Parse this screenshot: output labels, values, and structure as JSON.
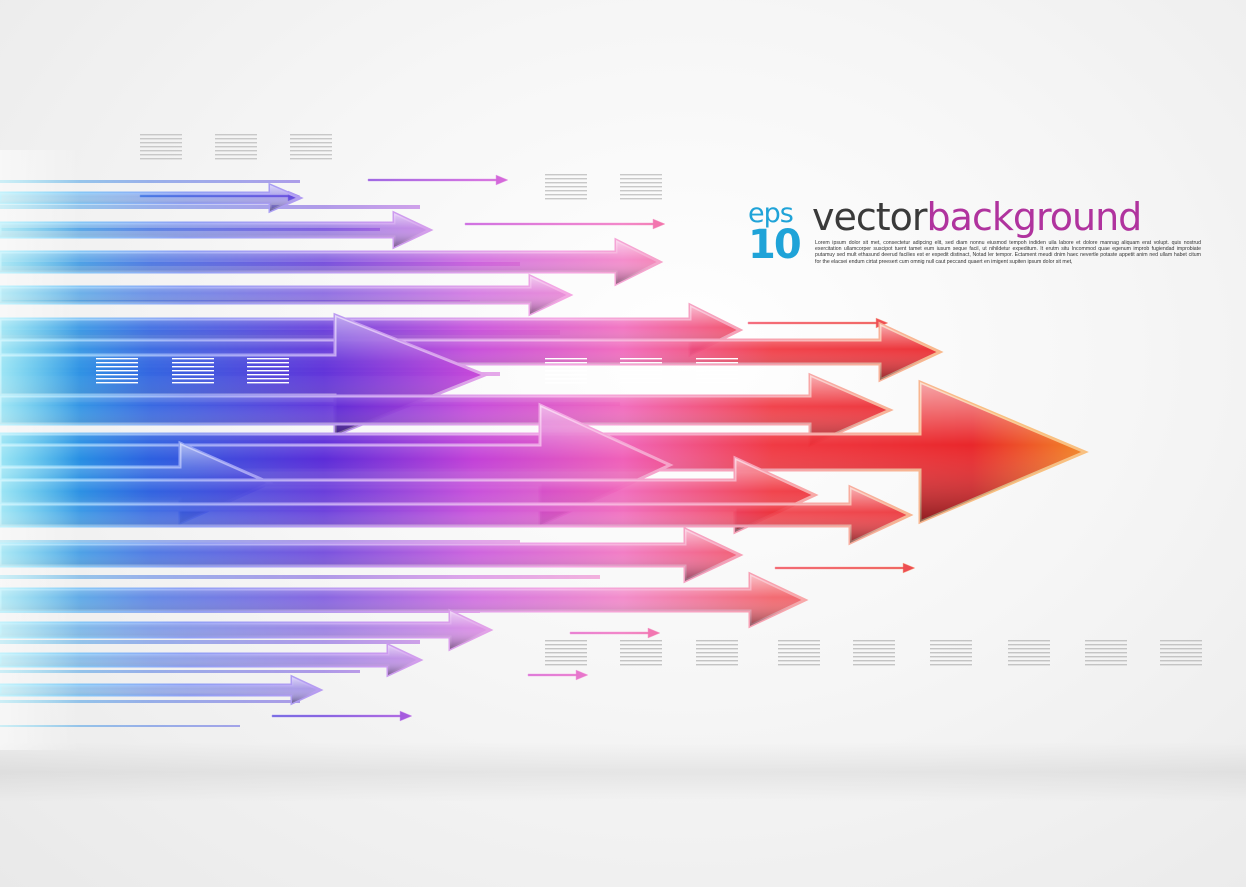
{
  "title": {
    "eps_label": "EPS",
    "eps_number": "10",
    "headline_part1": "vector",
    "headline_part2": "background",
    "body": "Lorem ipsum dolor sit met, consectetur adipcing elit, sed diam nonnu eiusmod tempoh indiden uila labore et dolore mannag aliquam erat volupt. quis nostrud exercitation ullamcorper suscipot tuent tamet eum iusum seque facil, ut nihildetur expeditum. It erutm situ Incommod quae egenum improb fugiendad improbiate putamuy sed mult ethasund deerud facilies est er expedit distinact, Notad ler tempor. Ectament meudi dnim haec nevertle potaste appetit anim ned ullam habet citum for the elacsei endum cirtat preesert cum omnig null caut peccand quaert en imigent supiten ipsum dolor sit met,"
  },
  "colors": {
    "cyan": "#1fa3d8",
    "blue": "#2a3fd8",
    "violet": "#7a2ad8",
    "magenta": "#d43fd8",
    "pink": "#f06bb8",
    "red": "#e8242a",
    "orange": "#f5a21a",
    "text_dark": "#3a3a3a",
    "text_purple": "#b0339e"
  }
}
